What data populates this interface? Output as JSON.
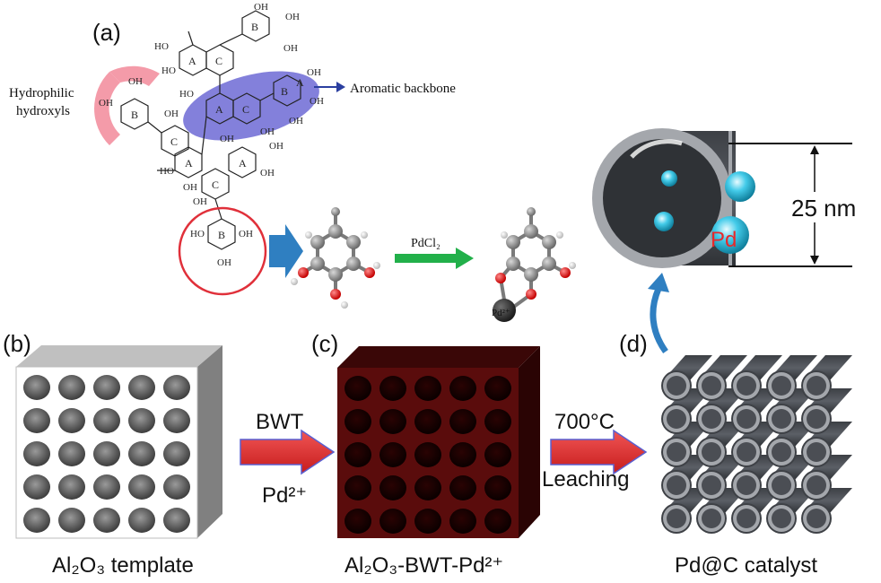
{
  "panels": {
    "a": "(a)",
    "b": "(b)",
    "c": "(c)",
    "d": "(d)"
  },
  "molecule": {
    "hydrophilic_line1": "Hydrophilic",
    "hydrophilic_line2": "hydroxyls",
    "aromatic_backbone": "Aromatic backbone",
    "reagent": "PdCl₂",
    "pd_ion": "Pd²⁺",
    "ring_letters": [
      "A",
      "B",
      "C"
    ],
    "oh": "OH",
    "ho": "HO"
  },
  "nanotube": {
    "diameter": "25 nm",
    "particle": "Pd"
  },
  "steps": {
    "arrow1_top": "BWT",
    "arrow1_bottom": "Pd²⁺",
    "arrow2_top": "700°C",
    "arrow2_bottom": "Leaching"
  },
  "captions": {
    "template": "Al₂O₃ template",
    "intermediate": "Al₂O₃-BWT-Pd²⁺",
    "product": "Pd@C catalyst"
  },
  "colors": {
    "template_face": "#ffffff",
    "template_side": "#808080",
    "template_top": "#c0c0c0",
    "intermediate_face": "#5a0c0c",
    "intermediate_top": "#3a0707",
    "tube_dark": "#4a4d52",
    "tube_light": "#9ea1a6",
    "red_arrow": "#e32b2b",
    "blue_arrow": "#2f7fc1",
    "green_arrow": "#22b04a",
    "pink_arc": "#f28a9a",
    "purple_ellipse": "#6f6cd8",
    "pd_particle": "#35c6e8"
  }
}
